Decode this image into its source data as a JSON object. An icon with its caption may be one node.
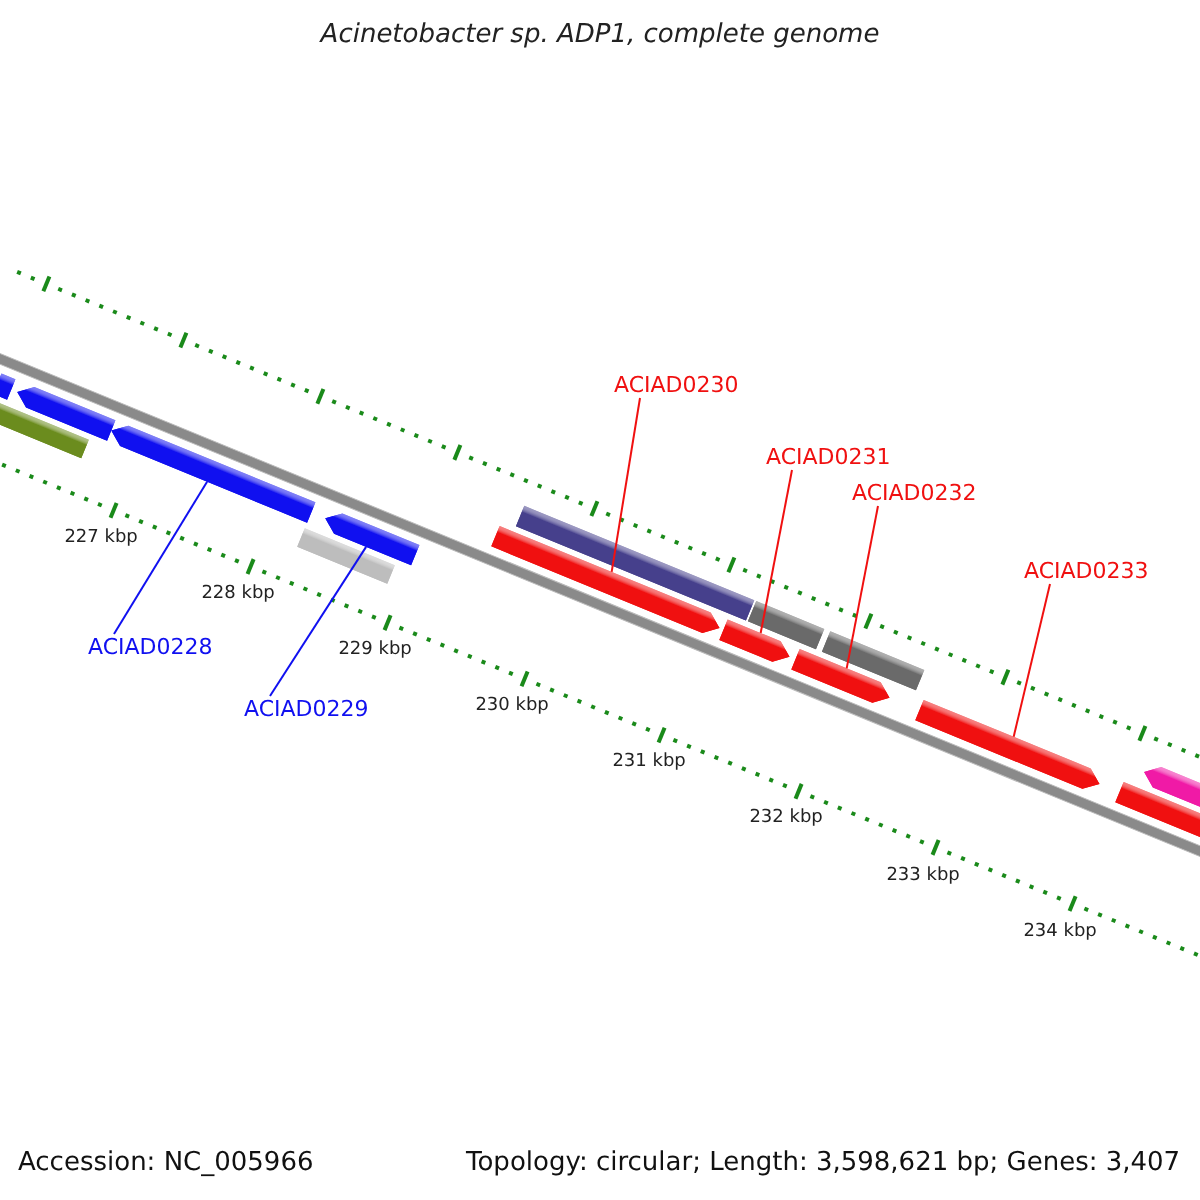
{
  "diagram": {
    "title": "Acinetobacter sp. ADP1, complete genome",
    "nodes": [
      {
        "text": [
          "ACIAD0230"
        ]
      },
      {
        "text": [
          "ACIAD0231"
        ]
      },
      {
        "text": [
          "ACIAD0232"
        ]
      },
      {
        "text": [
          "ACIAD0233"
        ]
      },
      {
        "text": [
          "ACIAD0228"
        ]
      },
      {
        "text": [
          "ACIAD0229"
        ]
      },
      {
        "text": [],
        "shape": "bar"
      },
      {
        "text": [],
        "shape": "bar"
      },
      {
        "text": [],
        "shape": "bar"
      },
      {
        "text": [],
        "shape": "bar"
      },
      {
        "text": [],
        "shape": "bar"
      },
      {
        "text": [],
        "shape": "bar"
      },
      {
        "text": [],
        "shape": "bar"
      },
      {
        "text": [],
        "shape": "bar"
      },
      {
        "text": [],
        "shape": "bar"
      },
      {
        "text": [],
        "shape": "bar"
      },
      {
        "text": [],
        "shape": "bar"
      },
      {
        "text": [],
        "shape": "bar"
      },
      {
        "text": [],
        "shape": "bar"
      },
      {
        "text": [],
        "shape": "bar"
      },
      {
        "text": [],
        "shape": "bar"
      }
    ],
    "edges": [
      {
        "from": 0,
        "to": 13,
        "arrow": "none"
      },
      {
        "from": 1,
        "to": 14,
        "arrow": "none"
      },
      {
        "from": 2,
        "to": 16,
        "arrow": "none"
      },
      {
        "from": 3,
        "to": 18,
        "arrow": "none"
      },
      {
        "from": 4,
        "to": 8,
        "arrow": "none",
        "color": "#1010f0"
      },
      {
        "from": 5,
        "to": 9,
        "arrow": "none",
        "color": "#1010f0"
      }
    ],
    "labels": [
      "227 kbp",
      "228 kbp",
      "229 kbp",
      "230 kbp",
      "231 kbp",
      "232 kbp",
      "233 kbp",
      "234 kbp",
      "Accession: NC_005966",
      "Topology: circular; Length: 3,598,621 bp; Genes: 3,407"
    ]
  }
}
